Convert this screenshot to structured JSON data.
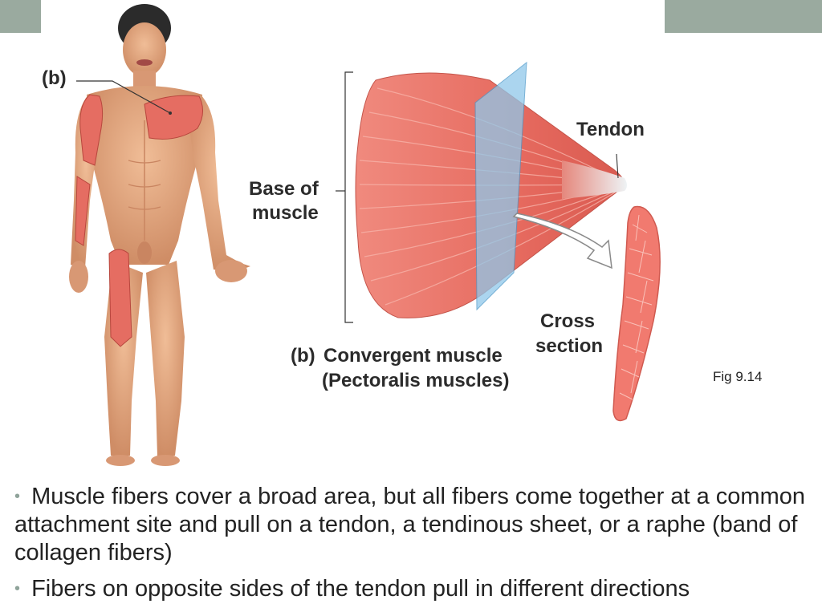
{
  "figure": {
    "panel_label": "(b)",
    "labels": {
      "tendon": "Tendon",
      "base_line1": "Base of",
      "base_line2": "muscle",
      "cross_line1": "Cross",
      "cross_line2": "section",
      "caption_prefix": "(b)",
      "caption_line1": "Convergent muscle",
      "caption_line2": "(Pectoralis muscles)"
    },
    "fig_number": "Fig 9.14"
  },
  "bullets": [
    {
      "marker": "•",
      "text": "Muscle fibers cover a broad area, but all fibers come together at a common attachment site and pull on a tendon, a tendinous sheet, or a raphe (band of collagen fibers)"
    },
    {
      "marker": "•",
      "text": "Fibers on opposite sides of the tendon pull in different directions"
    }
  ],
  "colors": {
    "accent_bar": "#9aaa9f",
    "muscle": "#e86e63",
    "skin": "#e2a47e",
    "plane": "#8fc8ea"
  }
}
